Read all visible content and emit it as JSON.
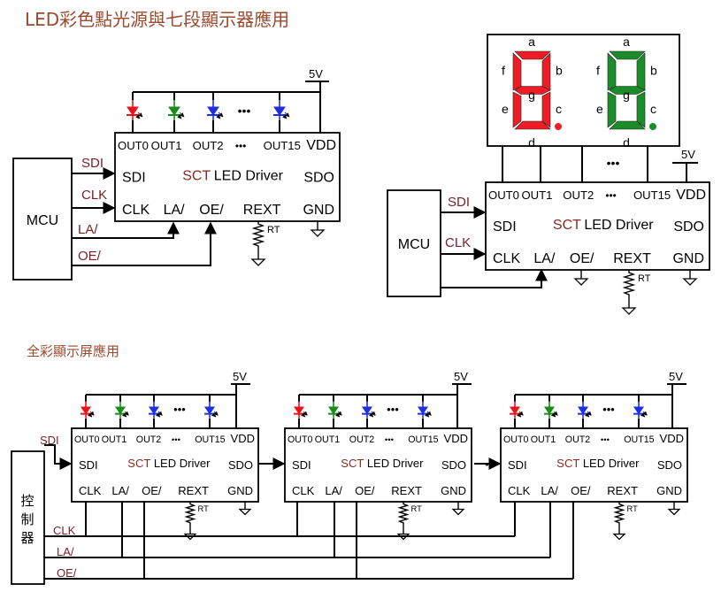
{
  "titles": {
    "section1": "LED彩色點光源與七段顯示器應用",
    "section2": "全彩顯示屏應用"
  },
  "driver": {
    "out0": "OUT0",
    "out1": "OUT1",
    "out2": "OUT2",
    "dots": "•••",
    "out15": "OUT15",
    "vdd": "VDD",
    "sdi": "SDI",
    "sct": "SCT",
    "name": "LED Driver",
    "sdo": "SDO",
    "clk": "CLK",
    "la": "LA/",
    "oe": "OE/",
    "rext": "REXT",
    "gnd": "GND"
  },
  "supply": "5V",
  "resistor": "RT",
  "signals": {
    "sdi": "SDI",
    "clk": "CLK",
    "la": "LA/",
    "oe": "OE/"
  },
  "mcu": "MCU",
  "controller": [
    "控",
    "制",
    "器"
  ],
  "ellipsis": "•••",
  "segment_labels": [
    "a",
    "b",
    "c",
    "d",
    "e",
    "f",
    "g"
  ],
  "colors": {
    "led_red": "#e8141c",
    "led_green": "#1a8a1a",
    "led_blue": "#1f2ee0",
    "seg_red": "#ee1c24",
    "seg_green": "#1b8c2a",
    "title": "#9a4a2e",
    "signal": "#7a1f24"
  },
  "icons": [
    "led-red-icon",
    "led-green-icon",
    "led-blue-icon",
    "resistor-icon",
    "ground-icon",
    "arrow-icon"
  ]
}
